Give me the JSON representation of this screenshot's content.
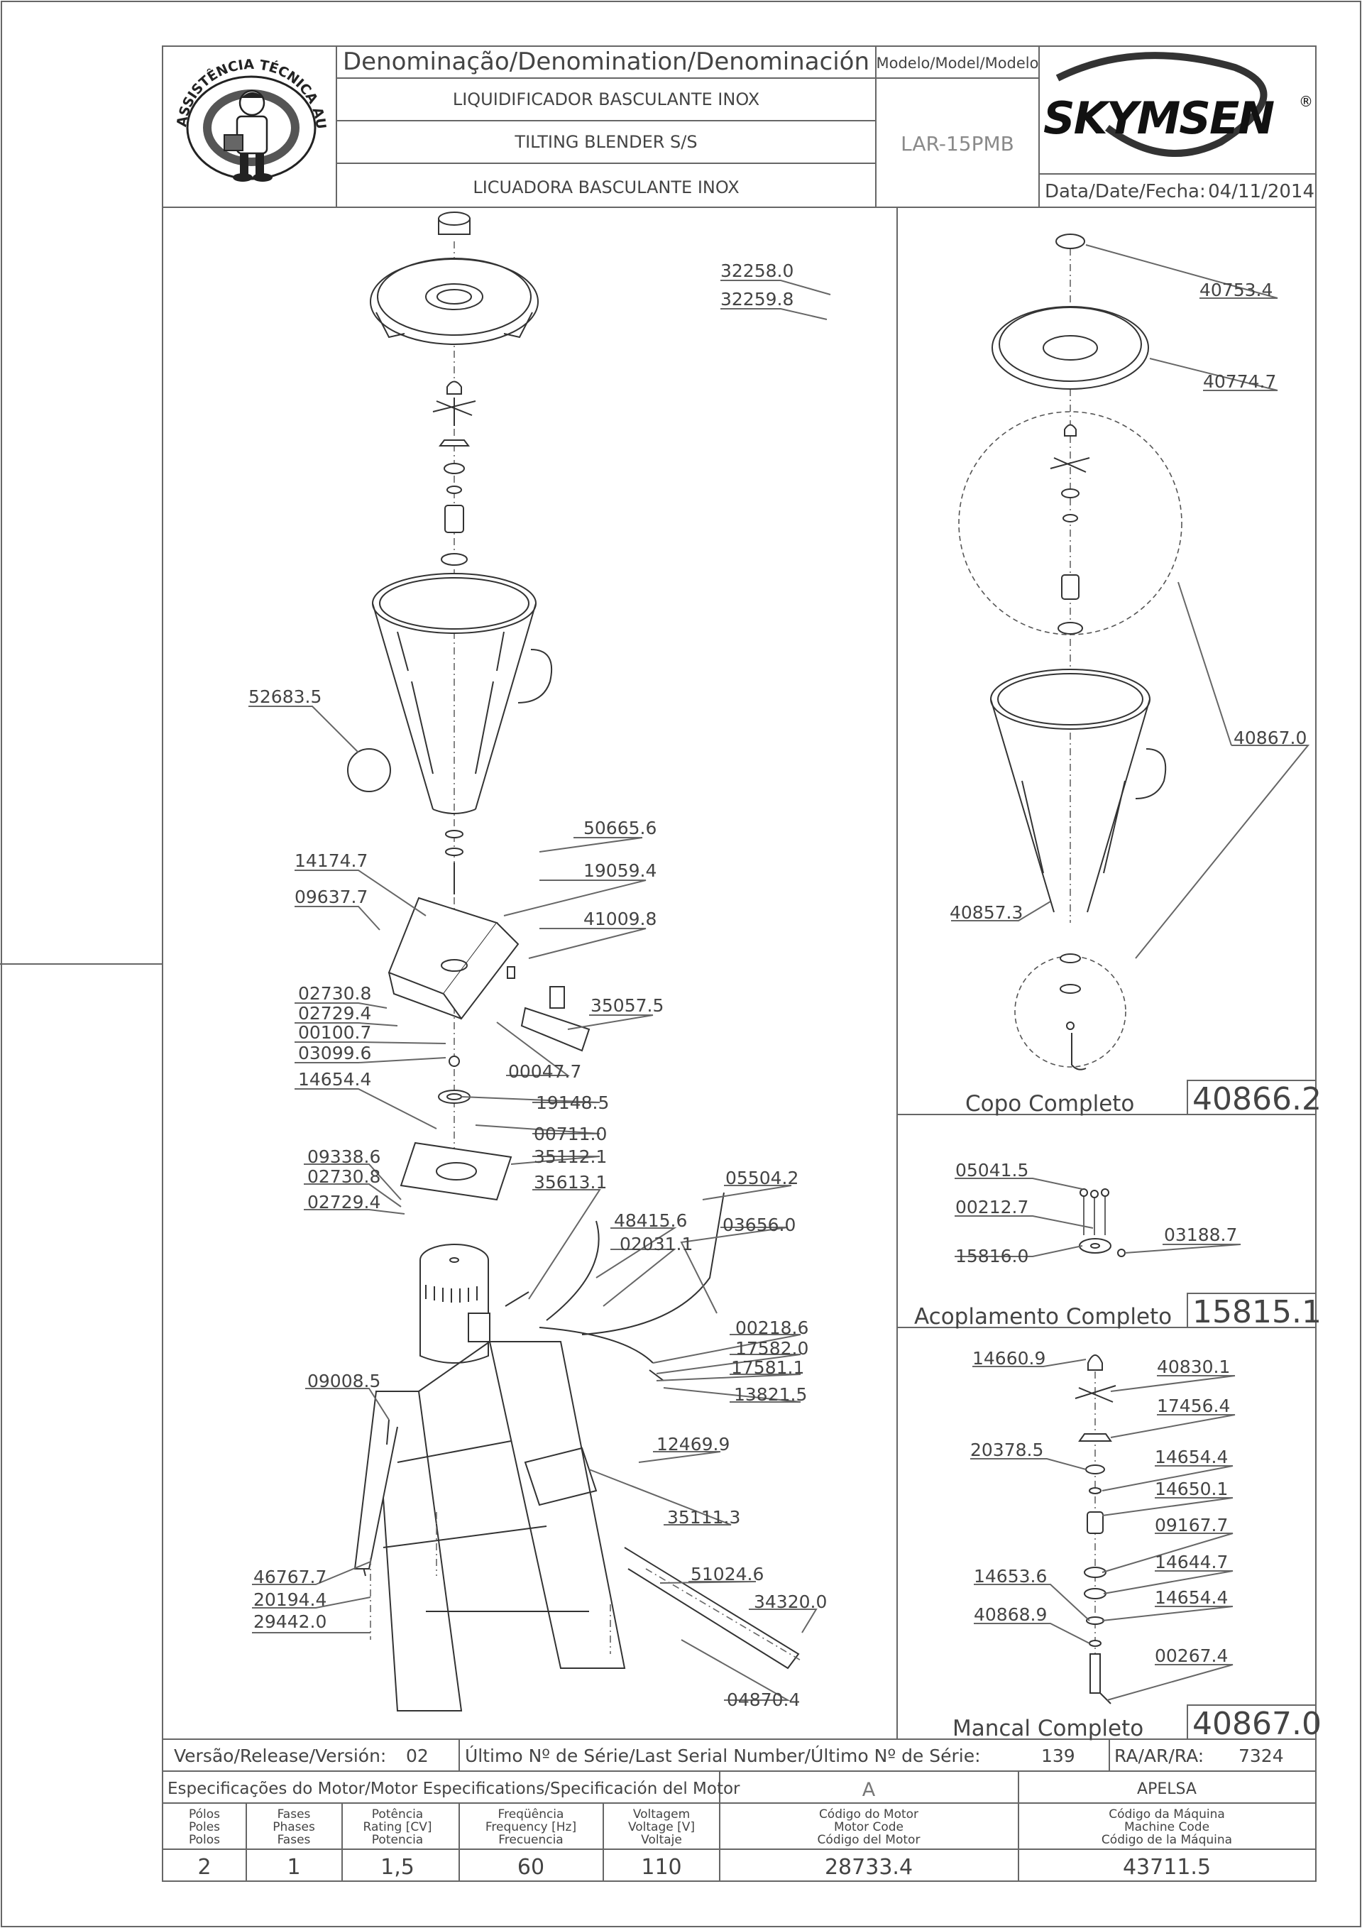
{
  "header": {
    "denomination_label": "Denominação/Denomination/Denominación",
    "name_pt": "LIQUIDIFICADOR BASCULANTE INOX",
    "name_en": "TILTING BLENDER S/S",
    "name_es": "LICUADORA BASCULANTE INOX",
    "model_label": "Modelo/Model/Modelo",
    "model": "LAR-15PMB",
    "brand": "SKYMSEN",
    "brand_mark": "®",
    "date_label": "Data/Date/Fecha:",
    "date": "04/11/2014",
    "seal_text": "ASSISTÊNCIA TÉCNICA AUTORIZADA"
  },
  "main_parts": [
    {
      "code": "32258.0"
    },
    {
      "code": "32259.8"
    },
    {
      "code": "52683.5"
    },
    {
      "code": "50665.6"
    },
    {
      "code": "14174.7"
    },
    {
      "code": "19059.4"
    },
    {
      "code": "09637.7"
    },
    {
      "code": "41009.8"
    },
    {
      "code": "02730.8"
    },
    {
      "code": "35057.5"
    },
    {
      "code": "02729.4"
    },
    {
      "code": "00100.7"
    },
    {
      "code": "03099.6"
    },
    {
      "code": "00047.7"
    },
    {
      "code": "14654.4"
    },
    {
      "code": "19148.5"
    },
    {
      "code": "00711.0"
    },
    {
      "code": "09338.6"
    },
    {
      "code": "35112.1"
    },
    {
      "code": "02730.8"
    },
    {
      "code": "35613.1"
    },
    {
      "code": "02729.4"
    },
    {
      "code": "05504.2"
    },
    {
      "code": "48415.6"
    },
    {
      "code": "03656.0"
    },
    {
      "code": "02031.1"
    },
    {
      "code": "00218.6"
    },
    {
      "code": "17582.0"
    },
    {
      "code": "17581.1"
    },
    {
      "code": "13821.5"
    },
    {
      "code": "09008.5"
    },
    {
      "code": "12469.9"
    },
    {
      "code": "35111.3"
    },
    {
      "code": "51024.6"
    },
    {
      "code": "46767.7"
    },
    {
      "code": "34320.0"
    },
    {
      "code": "20194.4"
    },
    {
      "code": "29442.0"
    },
    {
      "code": "04870.4"
    }
  ],
  "copo": {
    "title": "Copo Completo",
    "code": "40866.2",
    "parts": [
      {
        "code": "40753.4"
      },
      {
        "code": "40774.7"
      },
      {
        "code": "40867.0"
      },
      {
        "code": "40857.3"
      }
    ]
  },
  "acoplamento": {
    "title": "Acoplamento Completo",
    "code": "15815.1",
    "parts": [
      {
        "code": "05041.5"
      },
      {
        "code": "00212.7"
      },
      {
        "code": "03188.7"
      },
      {
        "code": "15816.0"
      }
    ]
  },
  "mancal": {
    "title": "Mancal Completo",
    "code": "40867.0",
    "parts": [
      {
        "code": "14660.9"
      },
      {
        "code": "40830.1"
      },
      {
        "code": "17456.4"
      },
      {
        "code": "20378.5"
      },
      {
        "code": "14654.4"
      },
      {
        "code": "14650.1"
      },
      {
        "code": "09167.7"
      },
      {
        "code": "14644.7"
      },
      {
        "code": "14653.6"
      },
      {
        "code": "14654.4"
      },
      {
        "code": "40868.9"
      },
      {
        "code": "00267.4"
      }
    ]
  },
  "footer": {
    "version_label": "Versão/Release/Versión:",
    "version": "02",
    "serial_label": "Último Nº de Série/Last Serial Number/Último Nº de Série:",
    "serial": "139",
    "ra_label": "RA/AR/RA:",
    "ra": "7324",
    "motor_spec_label": "Especificações do Motor/Motor Especifications/Specificación del Motor",
    "motor_variant": "A",
    "manufacturer": "APELSA",
    "columns": [
      {
        "l1": "Pólos",
        "l2": "Poles",
        "l3": "Polos",
        "value": "2"
      },
      {
        "l1": "Fases",
        "l2": "Phases",
        "l3": "Fases",
        "value": "1"
      },
      {
        "l1": "Potência",
        "l2": "Rating [CV]",
        "l3": "Potencia",
        "value": "1,5"
      },
      {
        "l1": "Freqüência",
        "l2": "Frequency [Hz]",
        "l3": "Frecuencia",
        "value": "60"
      },
      {
        "l1": "Voltagem",
        "l2": "Voltage [V]",
        "l3": "Voltaje",
        "value": "110"
      },
      {
        "l1": "Código do Motor",
        "l2": "Motor Code",
        "l3": "Código del Motor",
        "value": "28733.4"
      },
      {
        "l1": "Código da Máquina",
        "l2": "Machine Code",
        "l3": "Código de la Máquina",
        "value": "43711.5"
      }
    ]
  }
}
